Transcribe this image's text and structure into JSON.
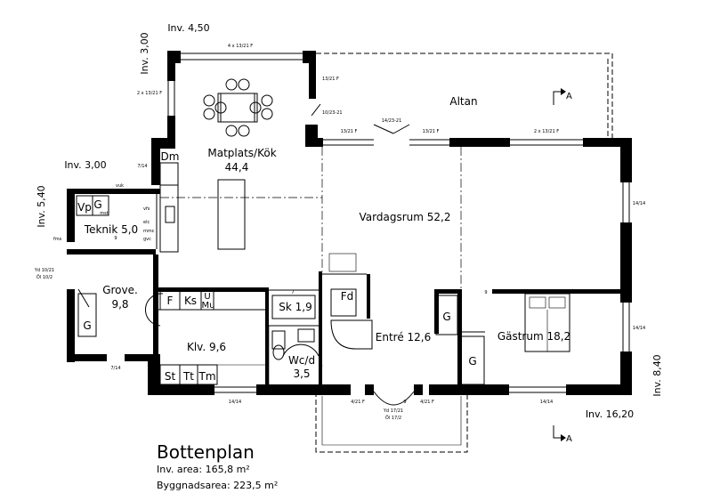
{
  "title": "Bottenplan",
  "info": {
    "inv_area": "Inv. area: 165,8 m²",
    "bygg_area": "Byggnadsarea: 223,5 m²"
  },
  "dims": {
    "top": "Inv. 4,50",
    "top_vertical": "Inv. 3,00",
    "left_mid": "Inv. 3,00",
    "left_vertical": "Inv. 5,40",
    "right_vertical": "Inv. 8,40",
    "bottom_right": "Inv. 16,20"
  },
  "rooms": {
    "altan": "Altan",
    "matplats": "Matplats/Kök",
    "matplats_area": "44,4",
    "vardagsrum": "Vardagsrum 52,2",
    "teknik": "Teknik 5,0",
    "grove": "Grove.",
    "grove_area": "9,8",
    "klv": "Klv. 9,6",
    "sk": "Sk 1,9",
    "fd": "Fd",
    "entre": "Entré 12,6",
    "wc": "Wc/d",
    "wc_area": "3,5",
    "gastrum": "Gästrum 18,2"
  },
  "fixtures": {
    "dm": "Dm",
    "vp": "Vp",
    "g_small": "G",
    "mst": "mst",
    "vfs": "vfs",
    "elc": "elc",
    "mmc": "mmc",
    "gvc": "gvc",
    "fms": "fms",
    "vuk": "vuk",
    "f": "F",
    "ks": "Ks",
    "u": "U",
    "mu": "Mu",
    "st": "St",
    "tt": "Tt",
    "tm": "Tm",
    "g_grove": "G",
    "g_entre": "G",
    "g_gast": "G"
  },
  "windows": {
    "w_top": "4 x 13/21 F",
    "w_left_kok": "2 x 13/21 F",
    "w_altan_1": "13/21 F",
    "w_altan_door": "10/23-21",
    "w_altan_2": "13/21 F",
    "w_mid_door": "14/23-21",
    "w_altan_3": "13/21 F",
    "w_altan_4": "2 x 13/21 F",
    "w_kok_side": "7/14",
    "w_right_1": "14/14",
    "w_right_2": "14/14",
    "w_grove_side": "7/14",
    "w_yd_left_1": "Yd 10/21",
    "w_yd_left_2": "Öl 10/2",
    "w_bottom_klv": "14/14",
    "w_entre_1": "4/21 F",
    "w_entre_2": "4/21 F",
    "w_yd_bottom_1": "Yd 17/21",
    "w_yd_bottom_2": "Öl 17/2",
    "w_bottom_gast": "14/14",
    "num_9": "9",
    "num_7": "7"
  },
  "section_mark": "A"
}
